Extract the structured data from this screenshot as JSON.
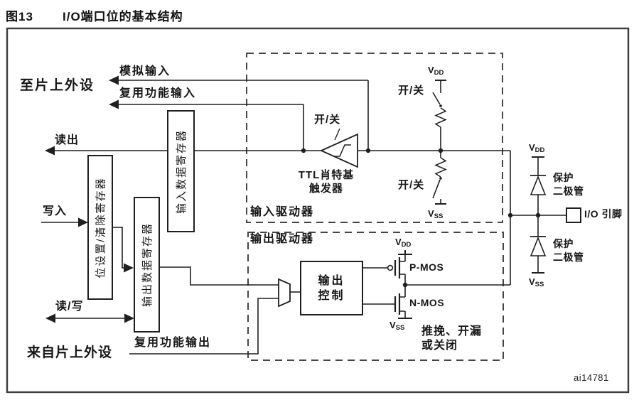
{
  "title": {
    "figure": "图13",
    "text": "I/O端口位的基本结构"
  },
  "watermark": "ai14781",
  "peripheral": {
    "to_chip": "至片上外设",
    "from_chip": "来自片上外设"
  },
  "signals": {
    "analog_input": "模拟输入",
    "alternate_input": "复用功能输入",
    "read": "读出",
    "write": "写入",
    "read_write": "读/写",
    "alternate_output": "复用功能输出"
  },
  "registers": {
    "input_data": "输入数据寄存器",
    "output_data": "输出数据寄存器",
    "bit_set_reset": "位设置/清除寄存器"
  },
  "input_driver": {
    "label": "输入驱动器",
    "schmitt_line1": "TTL肖特基",
    "schmitt_line2": "触发器",
    "on_off": "开/关"
  },
  "output_driver": {
    "label": "输出驱动器",
    "control_line1": "输出",
    "control_line2": "控制",
    "pmos": "P-MOS",
    "nmos": "N-MOS",
    "mode_line1": "推挽、开漏",
    "mode_line2": "或关闭"
  },
  "power": {
    "v": "V",
    "dd": "DD",
    "ss": "SS"
  },
  "protection": {
    "diode_line1": "保护",
    "diode_line2": "二极管",
    "io_pin": "I/O 引脚"
  },
  "colors": {
    "line": "#1f1f1f",
    "background": "#ffffff"
  }
}
